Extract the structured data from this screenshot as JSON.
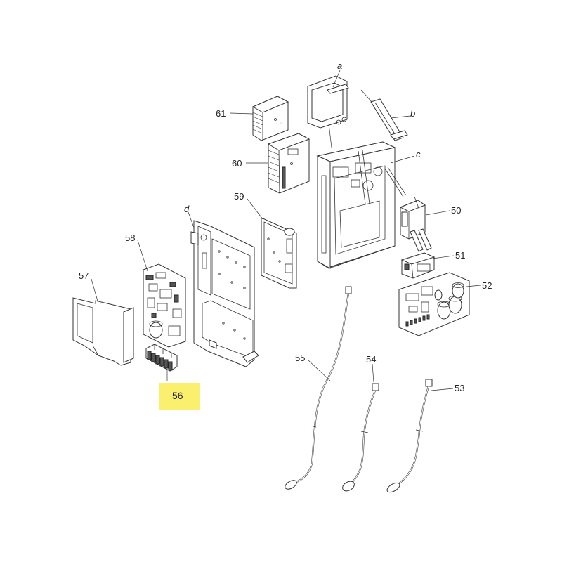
{
  "highlight_color": "#FAF06E",
  "callouts": [
    {
      "id": "a",
      "text": "a"
    },
    {
      "id": "b",
      "text": "b"
    },
    {
      "id": "c",
      "text": "c"
    },
    {
      "id": "d",
      "text": "d"
    },
    {
      "id": "61",
      "text": "61"
    },
    {
      "id": "60",
      "text": "60"
    },
    {
      "id": "59",
      "text": "59"
    },
    {
      "id": "58",
      "text": "58"
    },
    {
      "id": "57",
      "text": "57"
    },
    {
      "id": "56",
      "text": "56"
    },
    {
      "id": "55",
      "text": "55"
    },
    {
      "id": "54",
      "text": "54"
    },
    {
      "id": "53",
      "text": "53"
    },
    {
      "id": "52",
      "text": "52"
    },
    {
      "id": "51",
      "text": "51"
    },
    {
      "id": "50",
      "text": "50"
    }
  ]
}
